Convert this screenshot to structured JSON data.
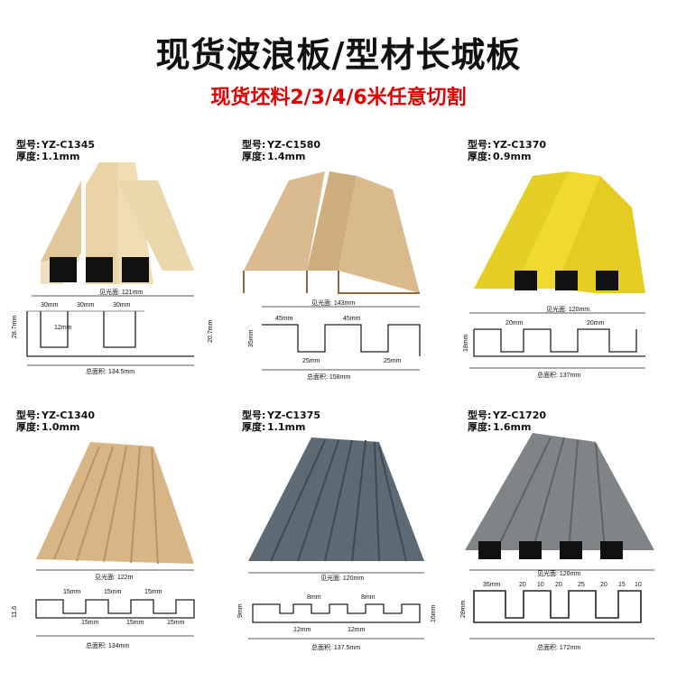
{
  "title": "现货波浪板/型材长城板",
  "subtitle": "现货坯料2/3/4/6米任意切割",
  "products": [
    {
      "model_label": "型号:",
      "model": "YZ-C1345",
      "thickness_label": "厚度:",
      "thickness": "1.1mm",
      "color": "#e9d3a6",
      "dims": {
        "top": "见光面: 121mm",
        "bottom": "总面积: 134.5mm",
        "marks": [
          "30mm",
          "30mm",
          "30mm",
          "12mm",
          "28.7mm",
          "20.7mm"
        ]
      }
    },
    {
      "model_label": "型号:",
      "model": "YZ-C1580",
      "thickness_label": "厚度:",
      "thickness": "1.4mm",
      "color": "#d8b98a",
      "dims": {
        "top": "见光面: 143mm",
        "bottom": "总面积: 158mm",
        "marks": [
          "45mm",
          "45mm",
          "25mm",
          "25mm",
          "35mm"
        ]
      }
    },
    {
      "model_label": "型号:",
      "model": "YZ-C1370",
      "thickness_label": "厚度:",
      "thickness": "0.9mm",
      "color": "#e8d22a",
      "dims": {
        "top": "见光面: 120mm",
        "bottom": "总面积: 137mm",
        "marks": [
          "20mm",
          "20mm",
          "18mm"
        ]
      }
    },
    {
      "model_label": "型号:",
      "model": "YZ-C1340",
      "thickness_label": "厚度:",
      "thickness": "1.0mm",
      "color": "#d9b68a",
      "dims": {
        "top": "见光面: 122m",
        "bottom": "总面积: 134mm",
        "marks": [
          "15mm",
          "15mm",
          "15mm",
          "15mm",
          "15mm",
          "15mm",
          "11.6"
        ]
      }
    },
    {
      "model_label": "型号:",
      "model": "YZ-C1375",
      "thickness_label": "厚度:",
      "thickness": "1.1mm",
      "color": "#5e6d78",
      "dims": {
        "top": "见光面: 120mm",
        "bottom": "总面积: 137.5mm",
        "marks": [
          "8mm",
          "8mm",
          "12mm",
          "12mm",
          "9mm",
          "16mm"
        ]
      }
    },
    {
      "model_label": "型号:",
      "model": "YZ-C1720",
      "thickness_label": "厚度:",
      "thickness": "1.6mm",
      "color": "#7f8486",
      "dims": {
        "top": "见光面: 120mm",
        "bottom": "总面积: 172mm",
        "marks": [
          "35mm",
          "20",
          "10",
          "20",
          "25",
          "20",
          "15",
          "10",
          "28mm"
        ]
      }
    }
  ]
}
